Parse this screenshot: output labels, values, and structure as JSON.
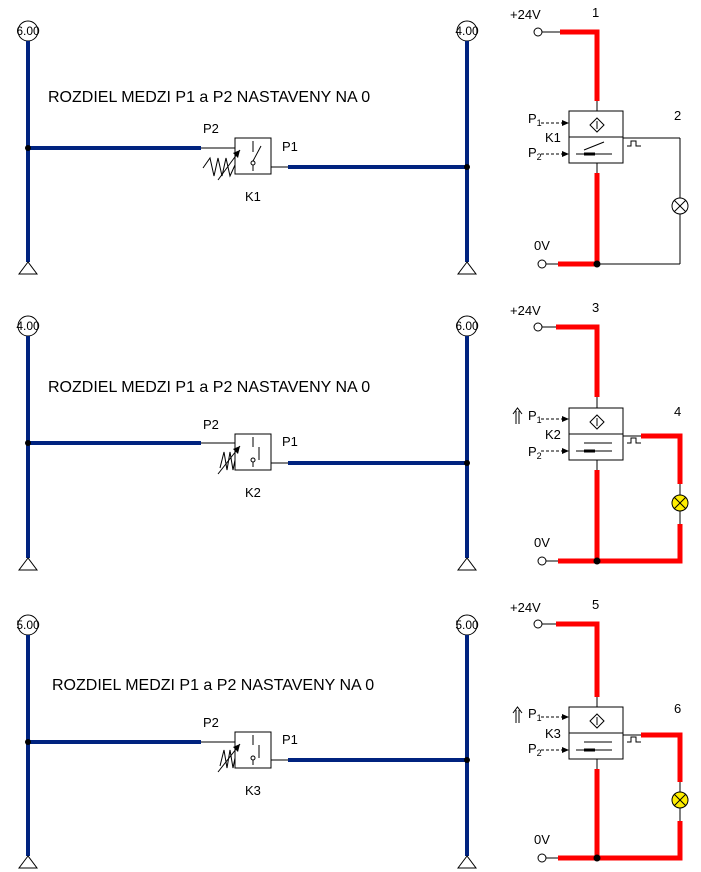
{
  "colors": {
    "pneumatic_line": "#00237f",
    "energized": "#ff0000",
    "lamp_on": "#ffee00"
  },
  "supply": {
    "plus_label": "+24V",
    "zero_label": "0V"
  },
  "circuits": [
    {
      "gauge_left": "6.00",
      "gauge_right": "4.00",
      "caption": "ROZDIEL MEDZI P1 a P2 NASTAVENY NA 0",
      "port_left": "P2",
      "port_right": "P1",
      "component": "K1",
      "pressure_1": "P",
      "pressure_1_sub": "1",
      "pressure_2": "P",
      "pressure_2_sub": "2",
      "node_top": "1",
      "node_lamp": "2",
      "lamp_on": false
    },
    {
      "gauge_left": "4.00",
      "gauge_right": "6.00",
      "caption": "ROZDIEL MEDZI P1 a P2 NASTAVENY NA 0",
      "port_left": "P2",
      "port_right": "P1",
      "component": "K2",
      "pressure_1": "P",
      "pressure_1_sub": "1",
      "pressure_2": "P",
      "pressure_2_sub": "2",
      "node_top": "3",
      "node_lamp": "4",
      "lamp_on": true
    },
    {
      "gauge_left": "5.00",
      "gauge_right": "5.00",
      "caption": "ROZDIEL MEDZI P1 a P2 NASTAVENY NA 0",
      "port_left": "P2",
      "port_right": "P1",
      "component": "K3",
      "pressure_1": "P",
      "pressure_1_sub": "1",
      "pressure_2": "P",
      "pressure_2_sub": "2",
      "node_top": "5",
      "node_lamp": "6",
      "lamp_on": true
    }
  ]
}
